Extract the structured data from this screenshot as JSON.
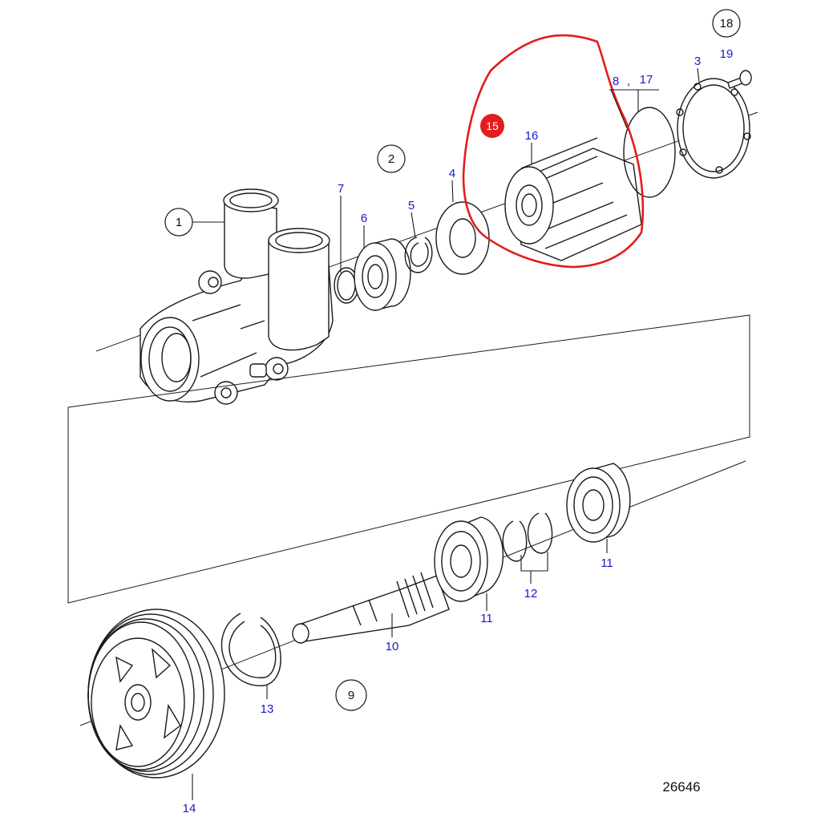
{
  "diagram": {
    "drawing_number": "26646",
    "highlight_color": "#e11d1d",
    "label_color": "#1a1ad0",
    "highlighted_label": "15",
    "circled_labels": [
      "1",
      "2",
      "9",
      "18"
    ],
    "labels": {
      "l1": "1",
      "l2": "2",
      "l3": "3",
      "l4": "4",
      "l5": "5",
      "l6": "6",
      "l7": "7",
      "l8": "8",
      "l8sep": ",",
      "l17": "17",
      "l9": "9",
      "l10": "10",
      "l11a": "11",
      "l11b": "11",
      "l12": "12",
      "l13": "13",
      "l14": "14",
      "l15": "15",
      "l16": "16",
      "l18": "18",
      "l19": "19"
    }
  }
}
